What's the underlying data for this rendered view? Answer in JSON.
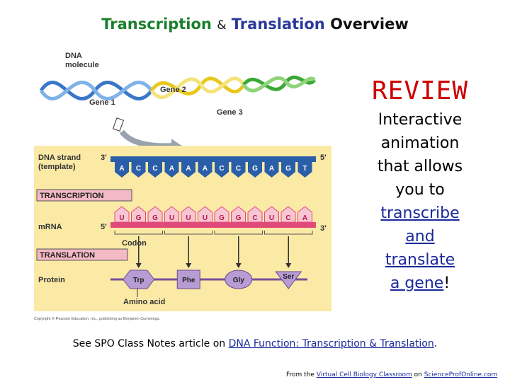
{
  "title": {
    "part1": "Transcription",
    "amp": "&",
    "part2": "Translation",
    "part3": "Overview"
  },
  "diagram": {
    "dna_label_1": "DNA",
    "dna_label_2": "molecule",
    "gene1": "Gene 1",
    "gene2": "Gene 2",
    "gene3": "Gene 3",
    "strand_label_1": "DNA strand",
    "strand_label_2": "(template)",
    "three_prime": "3'",
    "five_prime": "5'",
    "dna_bases": [
      "A",
      "C",
      "C",
      "A",
      "A",
      "A",
      "C",
      "C",
      "G",
      "A",
      "G",
      "T"
    ],
    "transcription_label": "TRANSCRIPTION",
    "mrna_label": "mRNA",
    "mrna_bases": [
      "U",
      "G",
      "G",
      "U",
      "U",
      "U",
      "G",
      "G",
      "C",
      "U",
      "C",
      "A"
    ],
    "codon_label": "Codon",
    "translation_label": "TRANSLATION",
    "protein_label": "Protein",
    "amino_acids": [
      "Trp",
      "Phe",
      "Gly",
      "Ser"
    ],
    "amino_acid_label": "Amino acid",
    "copyright": "Copyright © Pearson Education, Inc., publishing as Benjamin Cummings."
  },
  "review": {
    "heading": "REVIEW",
    "line1": "Interactive",
    "line2": "animation",
    "line3": "that allows",
    "line4": "you to",
    "link1": "transcribe",
    "link2": "and",
    "link3": "translate",
    "link4": "a gene",
    "bang": "!"
  },
  "footer_note": {
    "prefix": "See SPO Class Notes article on ",
    "link": "DNA Function: Transcription & Translation",
    "suffix": "."
  },
  "credit": {
    "prefix": "From the ",
    "link1": "Virtual Cell Biology Classroom",
    "mid": " on ",
    "link2": "ScienceProfOnline.com"
  },
  "colors": {
    "title_green": "#1a7f2b",
    "title_blue": "#2b3a9a",
    "review_red": "#cc0000",
    "link_blue": "#1a2a9a",
    "figure_bg": "#fbe9a6",
    "dna_blue": "#2b5ea8",
    "mrna_pink": "#e04a7a",
    "label_pink": "#f3b9c4"
  }
}
